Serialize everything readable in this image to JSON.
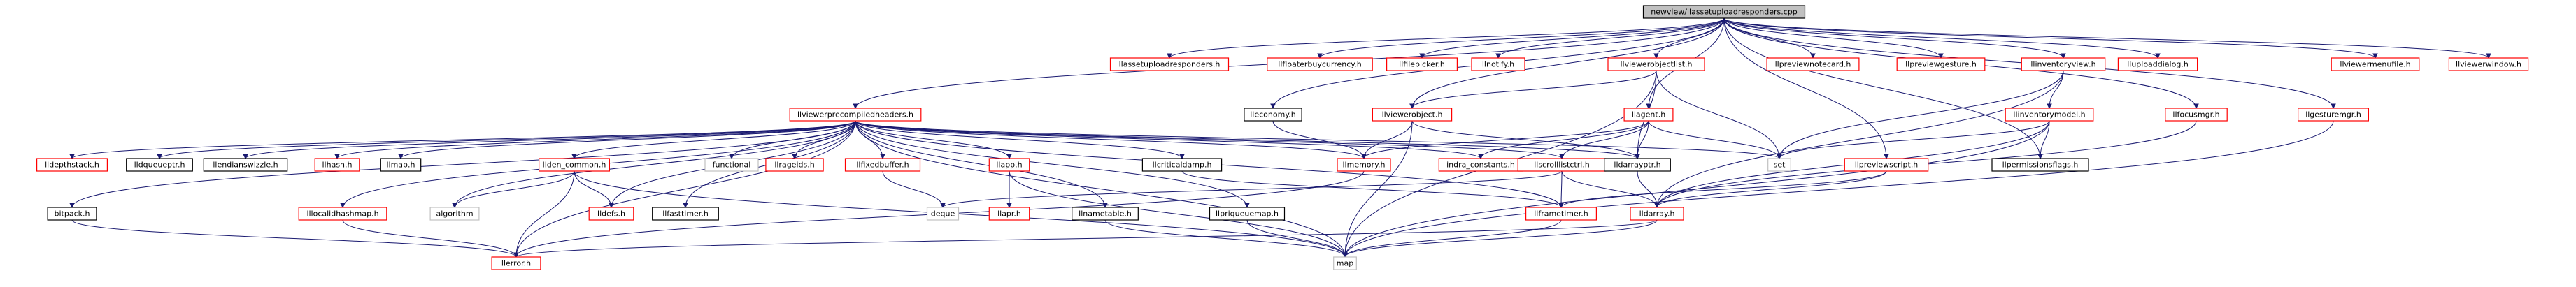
{
  "diagram": {
    "root": "newview/llassetuploadresponders.cpp",
    "nodes": {
      "root": "newview/llassetuploadresponders.cpp",
      "llassetuploadresponders": "llassetuploadresponders.h",
      "llfloaterbuycurrency": "llfloaterbuycurrency.h",
      "llfilepicker": "llfilepicker.h",
      "llnotify": "llnotify.h",
      "llviewerobjectlist": "llviewerobjectlist.h",
      "llpreviewnotecard": "llpreviewnotecard.h",
      "llpreviewgesture": "llpreviewgesture.h",
      "llinventoryview": "llinventoryview.h",
      "lluploaddialog": "lluploaddialog.h",
      "llviewermenufile": "llviewermenufile.h",
      "llviewerwindow": "llviewerwindow.h",
      "llviewerprecompiledheaders": "llviewerprecompiledheaders.h",
      "lleconomy": "lleconomy.h",
      "llviewerobject": "llviewerobject.h",
      "llagent": "llagent.h",
      "llinventorymodel": "llinventorymodel.h",
      "llfocusmgr": "llfocusmgr.h",
      "llgesturemgr": "llgesturemgr.h",
      "lldepthstack": "lldepthstack.h",
      "lldqueueptr": "lldqueueptr.h",
      "llendianswizzle": "llendianswizzle.h",
      "llhash": "llhash.h",
      "llmap": "llmap.h",
      "lldencommon": "llden_common.h",
      "functional": "functional",
      "llrageids": "llrageids.h",
      "llfixedbuffer": "llfixedbuffer.h",
      "llapp": "llapp.h",
      "llcriticaldamp": "llcriticaldamp.h",
      "llmemory": "llmemory.h",
      "indraconstants": "indra_constants.h",
      "llscrolllistctrl": "llscrolllistctrl.h",
      "lldarrayptr": "lldarrayptr.h",
      "set": "set",
      "llpreviewscript": "llpreviewscript.h",
      "llpermissionsflags": "llpermissionsflags.h",
      "bitpack": "bitpack.h",
      "lllocalidhashmap": "lllocalidhashmap.h",
      "algorithm": "algorithm",
      "lldefs": "lldefs.h",
      "llfasttimer": "llfasttimer.h",
      "deque": "deque",
      "llapr": "llapr.h",
      "llnametable": "llnametable.h",
      "llpriqueuemap": "llpriqueuemap.h",
      "llframetimer": "llframetimer.h",
      "lldarray": "lldarray.h",
      "llerror": "llerror.h",
      "map": "map"
    }
  }
}
